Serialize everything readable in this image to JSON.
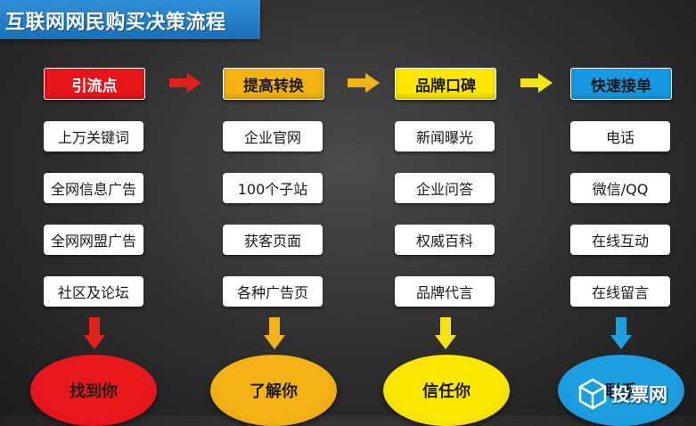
{
  "title": "互联网网民购买决策流程",
  "columns": [
    {
      "header": "引流点",
      "header_color": "#e8161b",
      "header_text_color": "#ffffff",
      "items": [
        "上万关键词",
        "全网信息广告",
        "全网网盟广告",
        "社区及论坛"
      ],
      "arrow_color": "#e0201b",
      "result": "找到你",
      "result_color": "#e8171c"
    },
    {
      "header": "提高转换",
      "header_color": "#f5b213",
      "header_text_color": "#1a1a1a",
      "items": [
        "企业官网",
        "100个子站",
        "获客页面",
        "各种广告页"
      ],
      "arrow_color": "#f2b31a",
      "result": "了解你",
      "result_color": "#f4b214"
    },
    {
      "header": "品牌口碑",
      "header_color": "#fde600",
      "header_text_color": "#1a1a1a",
      "items": [
        "新闻曝光",
        "企业问答",
        "权威百科",
        "品牌代言"
      ],
      "arrow_color": "#f3e417",
      "result": "信任你",
      "result_color": "#fbe700"
    },
    {
      "header": "快速接单",
      "header_color": "#169ae3",
      "header_text_color": "#1a1a1a",
      "items": [
        "电话",
        "微信/QQ",
        "在线互动",
        "在线留言"
      ],
      "arrow_color": "#1ea0e0",
      "result": "联系",
      "result_color": "#1c9ee0"
    }
  ],
  "connector_arrow_colors": [
    "#e0201b",
    "#f2b31a",
    "#f3e417"
  ],
  "watermark": "投票网"
}
